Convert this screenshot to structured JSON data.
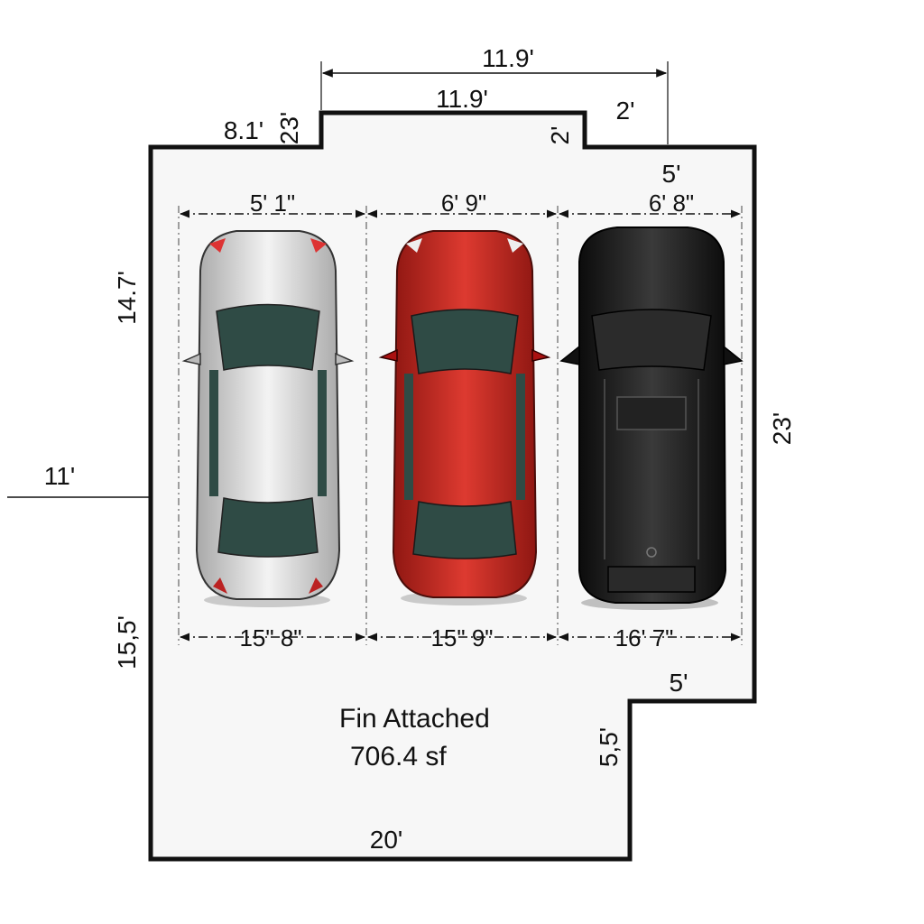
{
  "plan": {
    "label_line1": "Fin Attached",
    "label_line2": "706.4 sf",
    "colors": {
      "wall": "#111111",
      "floor": "#f7f7f7",
      "car_silver": "#d9d9d9",
      "car_red": "#c62a22",
      "car_black": "#1d1d1d",
      "glass": "#2f4b45"
    }
  },
  "dimensions": {
    "top_overall": "11.9'",
    "top_bump": "11.9'",
    "top_left_wall": "8.1'",
    "bump_left_step": "23'",
    "bump_right_step": "2'",
    "top_right_step": "2'",
    "right_top_small": "5'",
    "bay1_width": "5' 1\"",
    "bay2_width": "6' 9\"",
    "bay3_width": "6' 8\"",
    "left_upper": "14.7'",
    "left_outside": "11'",
    "right_side": "23'",
    "bay1_length": "15\" 8\"",
    "bay2_length": "15\" 9\"",
    "bay3_length": "16' 7\"",
    "left_lower": "15,5'",
    "notch_top": "5'",
    "notch_side": "5,5'",
    "bottom": "20'"
  },
  "vehicles": [
    {
      "name": "silver-sedan",
      "color": "silver"
    },
    {
      "name": "red-sedan",
      "color": "red"
    },
    {
      "name": "black-suv",
      "color": "black"
    }
  ]
}
